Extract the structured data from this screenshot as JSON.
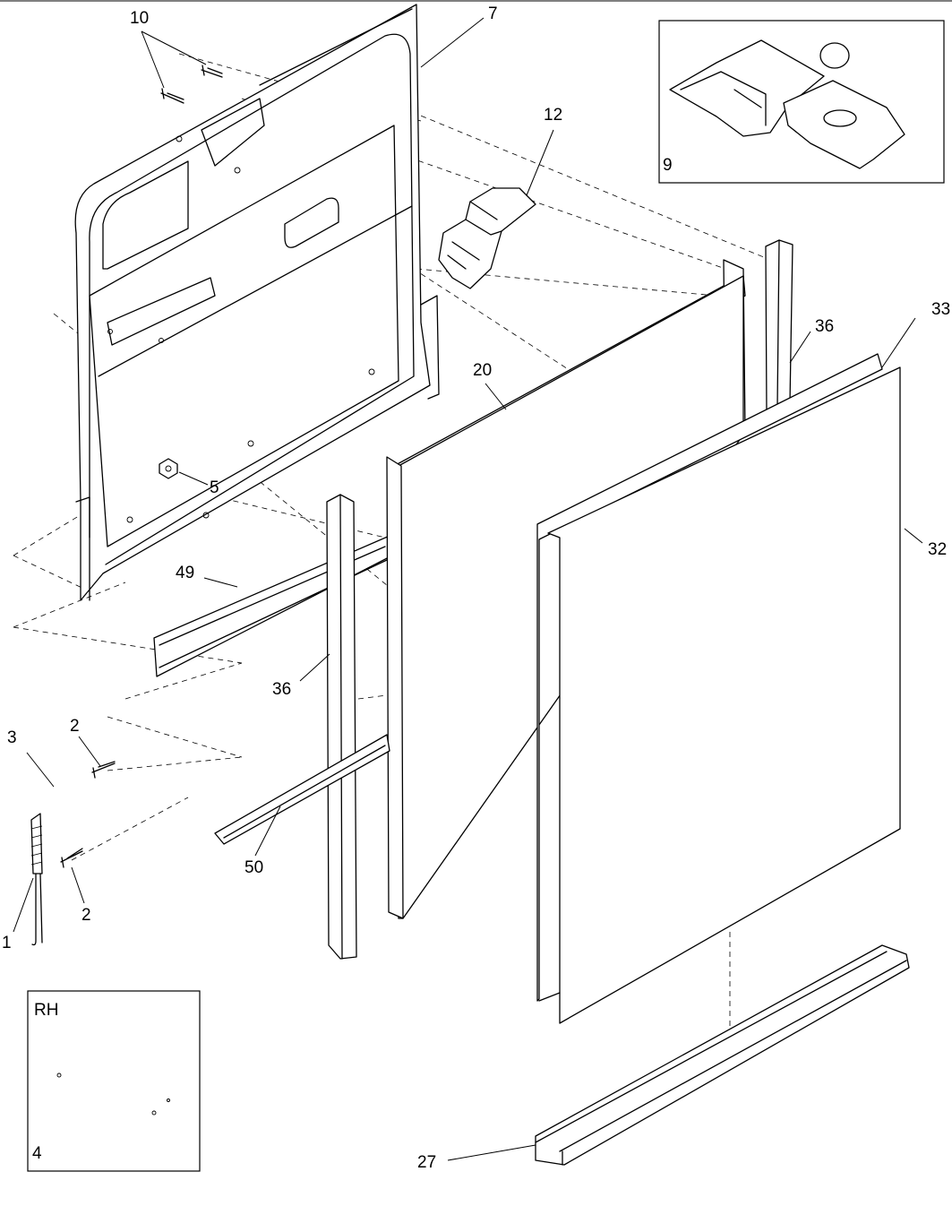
{
  "callouts": {
    "c10": "10",
    "c7": "7",
    "c12": "12",
    "c9": "9",
    "c36a": "36",
    "c33": "33",
    "c20": "20",
    "c5": "5",
    "c32": "32",
    "c49": "49",
    "c36b": "36",
    "c3": "3",
    "c2a": "2",
    "c50": "50",
    "c2b": "2",
    "c1": "1",
    "c27": "27"
  },
  "inset_rh": {
    "title": "RH",
    "number": "4"
  }
}
